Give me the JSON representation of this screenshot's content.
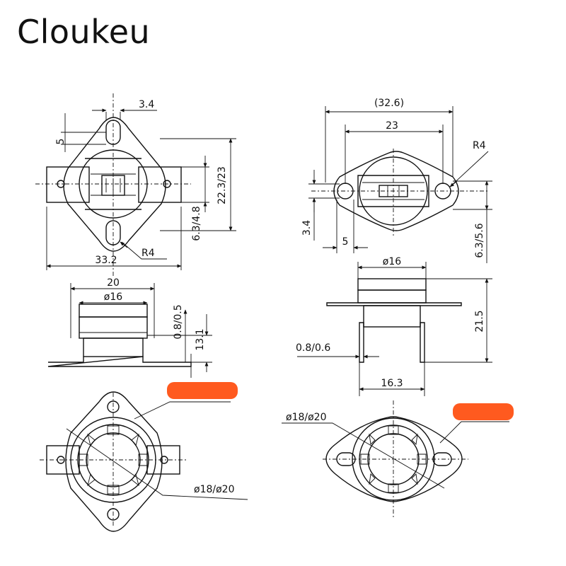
{
  "brand": "Cloukeu",
  "colors": {
    "line": "#111111",
    "marker": "#ff5a1f",
    "background": "#ffffff"
  },
  "labels": {
    "left_top": {
      "hole_dia": "3.4",
      "hole_offset": "5",
      "width": "33.2",
      "radius": "R4",
      "height_pins": "22.3/23",
      "pin_width": "6.3/4.8"
    },
    "left_side": {
      "width": "20",
      "cap_dia": "ø16",
      "thickness": "0.8/0.5",
      "height": "13.1"
    },
    "left_bottom": {
      "dia": "ø18/ø20"
    },
    "right_top": {
      "total_width": "(32.6)",
      "hole_span": "23",
      "radius": "R4",
      "hole_dia": "3.4",
      "hole_offset": "5",
      "pin_width": "6.3/5.6"
    },
    "right_side": {
      "cap_dia": "ø16",
      "height": "21.5",
      "thickness": "0.8/0.6",
      "pin_span": "16.3"
    },
    "right_bottom": {
      "dia": "ø18/ø20"
    }
  }
}
